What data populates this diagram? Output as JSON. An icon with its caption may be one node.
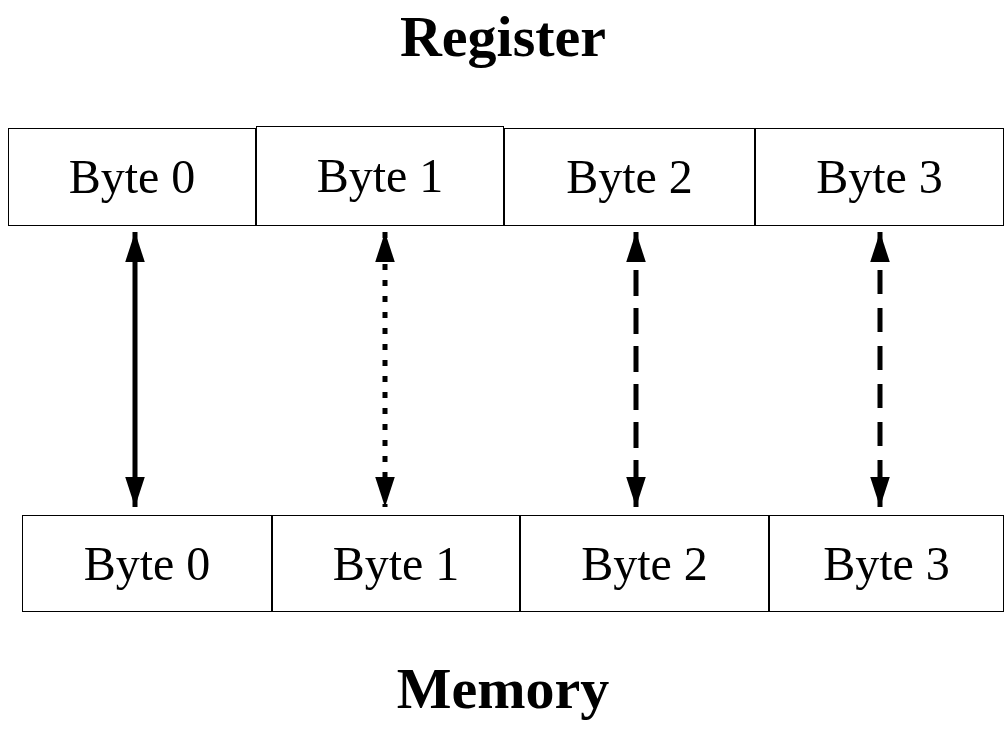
{
  "diagram": {
    "title": "Register",
    "nodes": [
      {
        "text": [
          "Byte 0"
        ]
      },
      {
        "text": [
          "Byte 1"
        ]
      },
      {
        "text": [
          "Byte 2"
        ]
      },
      {
        "text": [
          "Byte 3"
        ]
      },
      {
        "text": [
          "Byte 0"
        ]
      },
      {
        "text": [
          "Byte 1"
        ]
      },
      {
        "text": [
          "Byte 2"
        ]
      },
      {
        "text": [
          "Byte 3"
        ]
      }
    ],
    "edges": [
      {
        "from": 0,
        "to": 4,
        "arrow": "both"
      },
      {
        "from": 1,
        "to": 5,
        "arrow": "both",
        "style": "dashed"
      },
      {
        "from": 2,
        "to": 6,
        "arrow": "both",
        "style": "dashed"
      },
      {
        "from": 3,
        "to": 7,
        "arrow": "both",
        "style": "dashed"
      }
    ],
    "labels": [
      "Memory"
    ]
  }
}
